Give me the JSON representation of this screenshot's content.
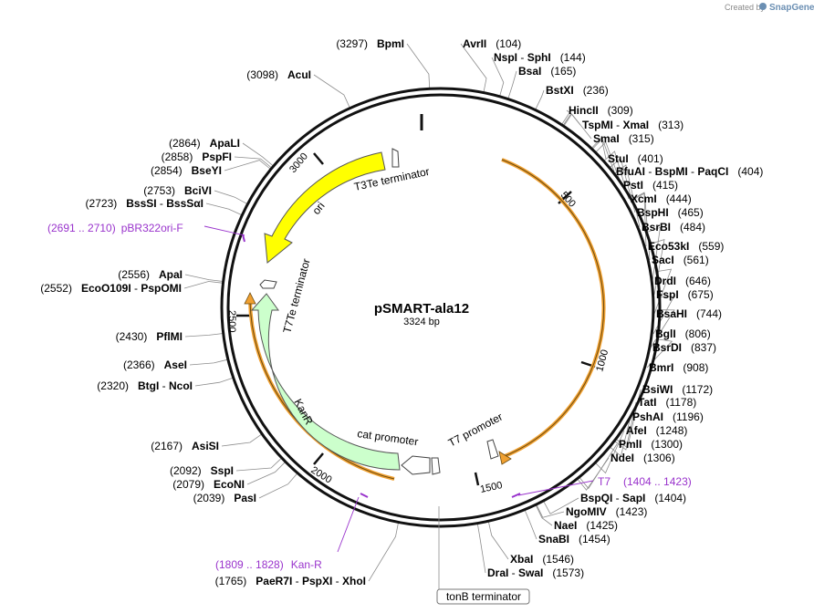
{
  "credit": {
    "prefix": "Created by",
    "brand": "SnapGene"
  },
  "plasmid": {
    "name": "pSMART-ala12",
    "length_label": "3324 bp",
    "length": 3324
  },
  "ticks": [
    "500",
    "1000",
    "1500",
    "2000",
    "2500",
    "3000"
  ],
  "features": {
    "ori": "ori",
    "kanr": "KanR",
    "t3te": "T3Te terminator",
    "t7te": "T7Te terminator",
    "cat_promoter": "cat promoter",
    "t7_promoter": "T7 promoter",
    "tonb": "tonB terminator"
  },
  "primers": {
    "pbr": {
      "range": "(2691 .. 2710)",
      "name": "pBR322ori-F"
    },
    "t7": {
      "name": "T7",
      "range": "(1404 .. 1423)"
    },
    "kanr": {
      "range": "(1809 .. 1828)",
      "name": "Kan-R"
    }
  },
  "sites": [
    {
      "parts": [
        [
          "BpmI",
          ""
        ]
      ],
      "pos": "(3297)",
      "side": "left"
    },
    {
      "parts": [
        [
          "AcuI",
          ""
        ]
      ],
      "pos": "(3098)",
      "side": "left"
    },
    {
      "parts": [
        [
          "ApaLI",
          ""
        ]
      ],
      "pos": "(2864)",
      "side": "left"
    },
    {
      "parts": [
        [
          "PspFI",
          ""
        ]
      ],
      "pos": "(2858)",
      "side": "left"
    },
    {
      "parts": [
        [
          "BseYI",
          ""
        ]
      ],
      "pos": "(2854)",
      "side": "left"
    },
    {
      "parts": [
        [
          "BciVI",
          ""
        ]
      ],
      "pos": "(2753)",
      "side": "left"
    },
    {
      "parts": [
        [
          "BssSI",
          " - "
        ],
        [
          "BssSαI",
          ""
        ]
      ],
      "pos": "(2723)",
      "side": "left"
    },
    {
      "parts": [
        [
          "ApaI",
          ""
        ]
      ],
      "pos": "(2556)",
      "side": "left"
    },
    {
      "parts": [
        [
          "EcoO109I",
          " - "
        ],
        [
          "PspOMI",
          ""
        ]
      ],
      "pos": "(2552)",
      "side": "left"
    },
    {
      "parts": [
        [
          "PflMI",
          ""
        ]
      ],
      "pos": "(2430)",
      "side": "left"
    },
    {
      "parts": [
        [
          "AseI",
          ""
        ]
      ],
      "pos": "(2366)",
      "side": "left"
    },
    {
      "parts": [
        [
          "BtgI",
          " - "
        ],
        [
          "NcoI",
          ""
        ]
      ],
      "pos": "(2320)",
      "side": "left"
    },
    {
      "parts": [
        [
          "AsiSI",
          ""
        ]
      ],
      "pos": "(2167)",
      "side": "left"
    },
    {
      "parts": [
        [
          "SspI",
          ""
        ]
      ],
      "pos": "(2092)",
      "side": "left"
    },
    {
      "parts": [
        [
          "EcoNI",
          ""
        ]
      ],
      "pos": "(2079)",
      "side": "left"
    },
    {
      "parts": [
        [
          "PasI",
          ""
        ]
      ],
      "pos": "(2039)",
      "side": "left"
    },
    {
      "parts": [
        [
          "PaeR7I",
          " - "
        ],
        [
          "PspXI",
          " - "
        ],
        [
          "XhoI",
          ""
        ]
      ],
      "pos": "(1765)",
      "side": "left"
    },
    {
      "parts": [
        [
          "AvrII",
          ""
        ]
      ],
      "pos": "(104)",
      "side": "right"
    },
    {
      "parts": [
        [
          "NspI",
          " - "
        ],
        [
          "SphI",
          ""
        ]
      ],
      "pos": "(144)",
      "side": "right"
    },
    {
      "parts": [
        [
          "BsaI",
          ""
        ]
      ],
      "pos": "(165)",
      "side": "right"
    },
    {
      "parts": [
        [
          "BstXI",
          ""
        ]
      ],
      "pos": "(236)",
      "side": "right"
    },
    {
      "parts": [
        [
          "HincII",
          ""
        ]
      ],
      "pos": "(309)",
      "side": "right"
    },
    {
      "parts": [
        [
          "TspMI",
          " - "
        ],
        [
          "XmaI",
          ""
        ]
      ],
      "pos": "(313)",
      "side": "right"
    },
    {
      "parts": [
        [
          "SmaI",
          ""
        ]
      ],
      "pos": "(315)",
      "side": "right"
    },
    {
      "parts": [
        [
          "StuI",
          ""
        ]
      ],
      "pos": "(401)",
      "side": "right"
    },
    {
      "parts": [
        [
          "BfuAI",
          " - "
        ],
        [
          "BspMI",
          " - "
        ],
        [
          "PaqCI",
          ""
        ]
      ],
      "pos": "(404)",
      "side": "right"
    },
    {
      "parts": [
        [
          "PstI",
          ""
        ]
      ],
      "pos": "(415)",
      "side": "right"
    },
    {
      "parts": [
        [
          "XcmI",
          ""
        ]
      ],
      "pos": "(444)",
      "side": "right"
    },
    {
      "parts": [
        [
          "BspHI",
          ""
        ]
      ],
      "pos": "(465)",
      "side": "right"
    },
    {
      "parts": [
        [
          "BsrBI",
          ""
        ]
      ],
      "pos": "(484)",
      "side": "right"
    },
    {
      "parts": [
        [
          "Eco53kI",
          ""
        ]
      ],
      "pos": "(559)",
      "side": "right"
    },
    {
      "parts": [
        [
          "SacI",
          ""
        ]
      ],
      "pos": "(561)",
      "side": "right"
    },
    {
      "parts": [
        [
          "DrdI",
          ""
        ]
      ],
      "pos": "(646)",
      "side": "right"
    },
    {
      "parts": [
        [
          "FspI",
          ""
        ]
      ],
      "pos": "(675)",
      "side": "right"
    },
    {
      "parts": [
        [
          "BsaHI",
          ""
        ]
      ],
      "pos": "(744)",
      "side": "right"
    },
    {
      "parts": [
        [
          "BglI",
          ""
        ]
      ],
      "pos": "(806)",
      "side": "right"
    },
    {
      "parts": [
        [
          "BsrDI",
          ""
        ]
      ],
      "pos": "(837)",
      "side": "right"
    },
    {
      "parts": [
        [
          "BmrI",
          ""
        ]
      ],
      "pos": "(908)",
      "side": "right"
    },
    {
      "parts": [
        [
          "BsiWI",
          ""
        ]
      ],
      "pos": "(1172)",
      "side": "right"
    },
    {
      "parts": [
        [
          "TatI",
          ""
        ]
      ],
      "pos": "(1178)",
      "side": "right"
    },
    {
      "parts": [
        [
          "PshAI",
          ""
        ]
      ],
      "pos": "(1196)",
      "side": "right"
    },
    {
      "parts": [
        [
          "AfeI",
          ""
        ]
      ],
      "pos": "(1248)",
      "side": "right"
    },
    {
      "parts": [
        [
          "PmlI",
          ""
        ]
      ],
      "pos": "(1300)",
      "side": "right"
    },
    {
      "parts": [
        [
          "NdeI",
          ""
        ]
      ],
      "pos": "(1306)",
      "side": "right"
    },
    {
      "parts": [
        [
          "BspQI",
          " - "
        ],
        [
          "SapI",
          ""
        ]
      ],
      "pos": "(1404)",
      "side": "right"
    },
    {
      "parts": [
        [
          "NgoMIV",
          ""
        ]
      ],
      "pos": "(1423)",
      "side": "right"
    },
    {
      "parts": [
        [
          "NaeI",
          ""
        ]
      ],
      "pos": "(1425)",
      "side": "right"
    },
    {
      "parts": [
        [
          "SnaBI",
          ""
        ]
      ],
      "pos": "(1454)",
      "side": "right"
    },
    {
      "parts": [
        [
          "XbaI",
          ""
        ]
      ],
      "pos": "(1546)",
      "side": "right"
    },
    {
      "parts": [
        [
          "DraI",
          " - "
        ],
        [
          "SwaI",
          ""
        ]
      ],
      "pos": "(1573)",
      "side": "right"
    }
  ]
}
